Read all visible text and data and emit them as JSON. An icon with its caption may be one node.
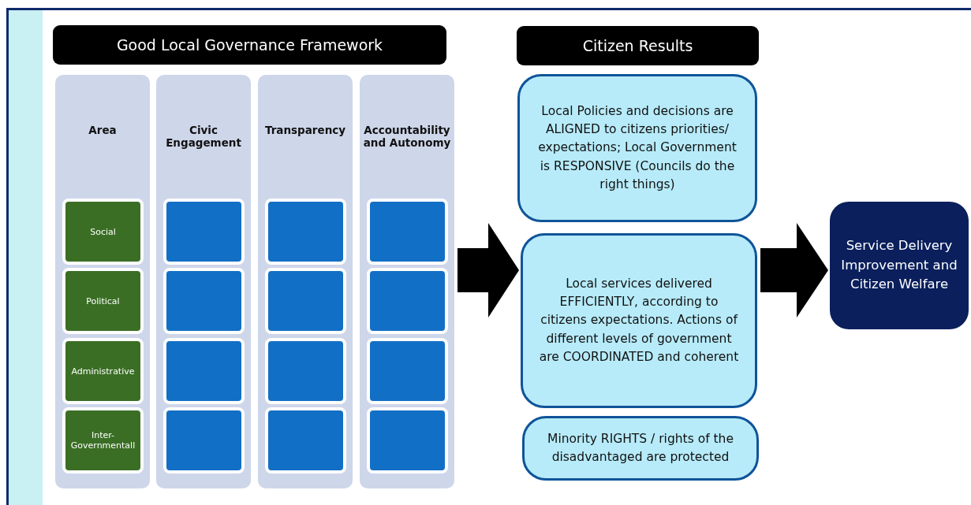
{
  "diagram": {
    "nodes": [
      {
        "text": [
          "Good Local Governance Framework"
        ]
      },
      {
        "text": [
          "Area"
        ]
      },
      {
        "text": [
          "Social"
        ],
        "in": 1
      },
      {
        "text": [
          "Political"
        ],
        "in": 1
      },
      {
        "text": [
          "Administrative"
        ],
        "in": 1
      },
      {
        "text": [
          "Inter-Governmentall"
        ],
        "in": 1
      },
      {
        "text": [
          "Civic Engagement"
        ]
      },
      {
        "text": [],
        "shape": "box",
        "in": 6
      },
      {
        "text": [],
        "shape": "box",
        "in": 6
      },
      {
        "text": [],
        "shape": "box",
        "in": 6
      },
      {
        "text": [],
        "shape": "box",
        "in": 6
      },
      {
        "text": [
          "Transparency"
        ]
      },
      {
        "text": [],
        "shape": "box",
        "in": 11
      },
      {
        "text": [],
        "shape": "box",
        "in": 11
      },
      {
        "text": [],
        "shape": "box",
        "in": 11
      },
      {
        "text": [],
        "shape": "box",
        "in": 11
      },
      {
        "text": [
          "Accountability and Autonomy"
        ]
      },
      {
        "text": [],
        "shape": "box",
        "in": 16
      },
      {
        "text": [],
        "shape": "box",
        "in": 16
      },
      {
        "text": [],
        "shape": "box",
        "in": 16
      },
      {
        "text": [],
        "shape": "box",
        "in": 16
      },
      {
        "text": [
          "Citizen Results"
        ]
      },
      {
        "text": [
          "Local Policies and decisions are ALIGNED to citizens priorities/ expectations; Local Government is RESPONSIVE (Councils do the right things)"
        ]
      },
      {
        "text": [
          "Local services delivered EFFICIENTLY, according to citizens expectations.  Actions of different levels of government are COORDINATED and coherent"
        ]
      },
      {
        "text": [
          "Minority RIGHTS / rights of the disadvantaged are protected"
        ]
      },
      {
        "text": [
          "Service Delivery Improvement and Citizen Welfare"
        ]
      }
    ],
    "edges": [
      {
        "from": 16,
        "to": 23,
        "arrow": "to",
        "style": "thick"
      },
      {
        "from": 23,
        "to": 25,
        "arrow": "to",
        "style": "thick"
      }
    ]
  }
}
